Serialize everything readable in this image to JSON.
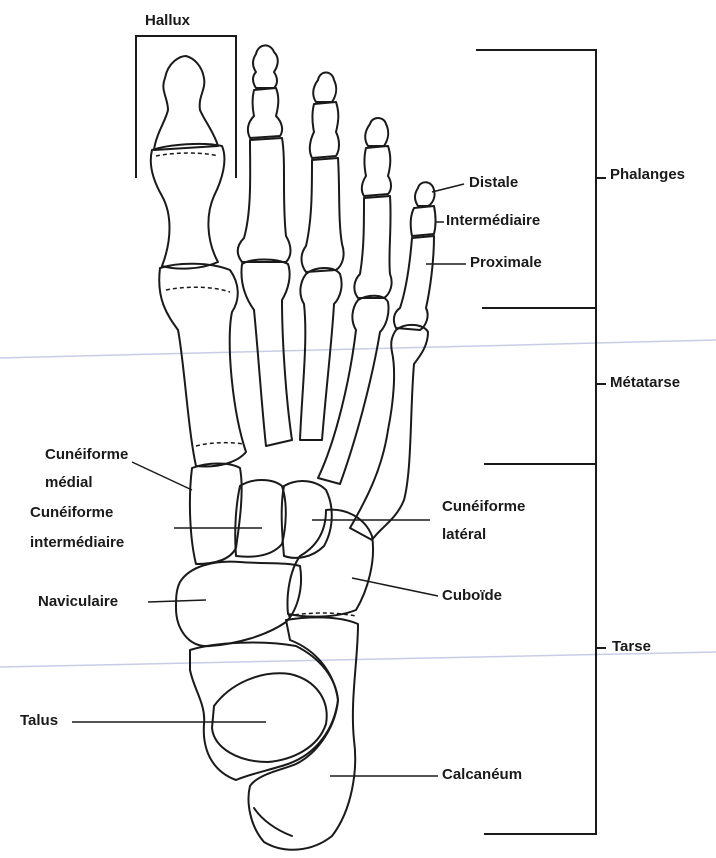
{
  "labels": {
    "hallux": "Hallux",
    "distale": "Distale",
    "intermediaire": "Intermédiaire",
    "proximale": "Proximale",
    "phalanges": "Phalanges",
    "metatarse": "Métatarse",
    "tarse": "Tarse",
    "cuneiforme_medial_1": "Cunéiforme",
    "cuneiforme_medial_2": "médial",
    "cuneiforme_intermediaire_1": "Cunéiforme",
    "cuneiforme_intermediaire_2": "intermédiaire",
    "cuneiforme_lateral_1": "Cunéiforme",
    "cuneiforme_lateral_2": "latéral",
    "naviculaire": "Naviculaire",
    "cuboide": "Cuboïde",
    "talus": "Talus",
    "calcaneum": "Calcanéum"
  }
}
